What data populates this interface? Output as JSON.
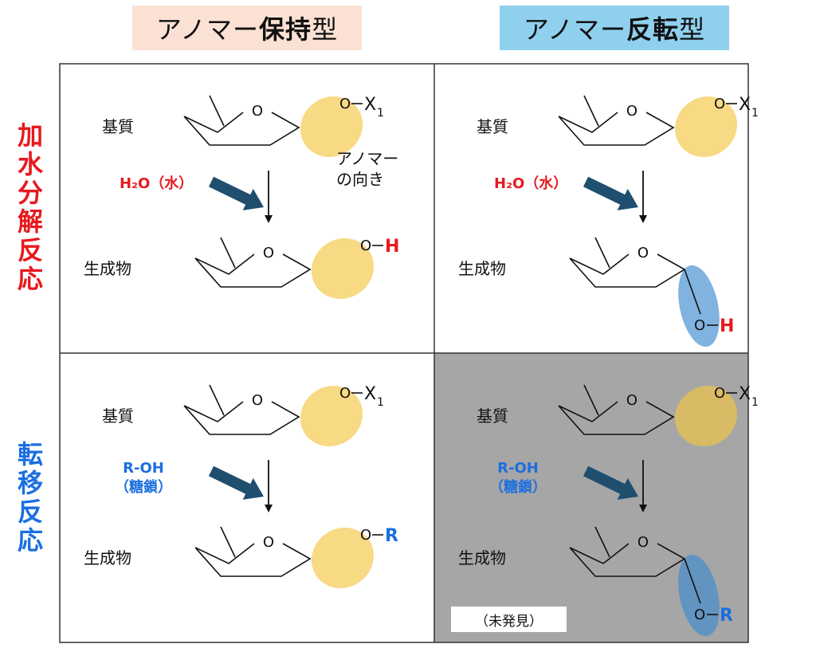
{
  "headers": {
    "retention": {
      "prefix": "アノマー",
      "bold": "保持",
      "suffix": "型",
      "bg": "#FBE1D3"
    },
    "inversion": {
      "prefix": "アノマー",
      "bold": "反転",
      "suffix": "型",
      "bg": "#8FD0EE"
    }
  },
  "rows": {
    "hydrolysis": {
      "label": "加水分解反応",
      "color": "#E8191E"
    },
    "transfer": {
      "label": "転移反応",
      "color": "#1B6FE0"
    }
  },
  "labels": {
    "substrate": "基質",
    "product": "生成物",
    "anomer_note_1": "アノマー",
    "anomer_note_2": "の向き",
    "oxygen": "O",
    "x_main": "X",
    "x_sub": "1",
    "water": "H₂O（水）",
    "h": "H",
    "roh": "R-OH",
    "sugar": "（糖鎖）",
    "r": "R",
    "undiscovered": "（未発見）"
  },
  "colors": {
    "retention_ellipse": "#F5C542",
    "inversion_ellipse": "#3D8BD0",
    "arrow": "#1F4E6E",
    "undiscovered_bg": "#A6A6A6",
    "grid": "#333333"
  }
}
